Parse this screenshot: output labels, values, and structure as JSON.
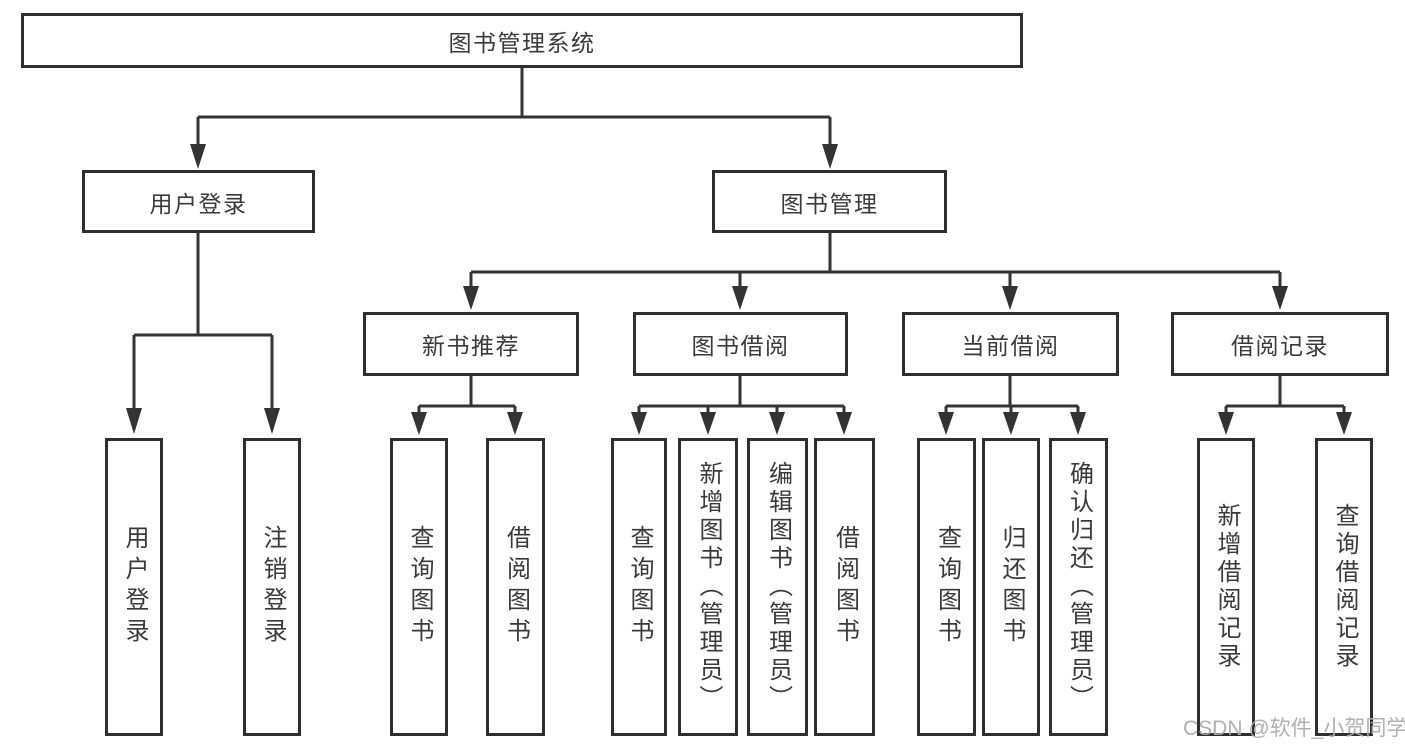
{
  "colors": {
    "line": "#333333",
    "border": "#2e2e2e",
    "text": "#3a3a3a",
    "background": "#ffffff",
    "watermark": "#acacac"
  },
  "watermark": {
    "text": "CSDN @软件_小贺同学"
  },
  "tree": {
    "root": {
      "label": "图书管理系统"
    },
    "level2": [
      {
        "label": "用户登录"
      },
      {
        "label": "图书管理"
      }
    ],
    "level3": [
      {
        "label": "新书推荐"
      },
      {
        "label": "图书借阅"
      },
      {
        "label": "当前借阅"
      },
      {
        "label": "借阅记录"
      }
    ],
    "leaves": {
      "user_login": [
        {
          "label": "用户登录"
        },
        {
          "label": "注销登录"
        }
      ],
      "new_books": [
        {
          "label": "查询图书"
        },
        {
          "label": "借阅图书"
        }
      ],
      "book_borrow": [
        {
          "label": "查询图书"
        },
        {
          "label": "新增图书（管理员）"
        },
        {
          "label": "编辑图书（管理员）"
        },
        {
          "label": "借阅图书"
        }
      ],
      "current_borrow": [
        {
          "label": "查询图书"
        },
        {
          "label": "归还图书"
        },
        {
          "label": "确认归还（管理员）"
        }
      ],
      "borrow_records": [
        {
          "label": "新增借阅记录"
        },
        {
          "label": "查询借阅记录"
        }
      ]
    }
  }
}
